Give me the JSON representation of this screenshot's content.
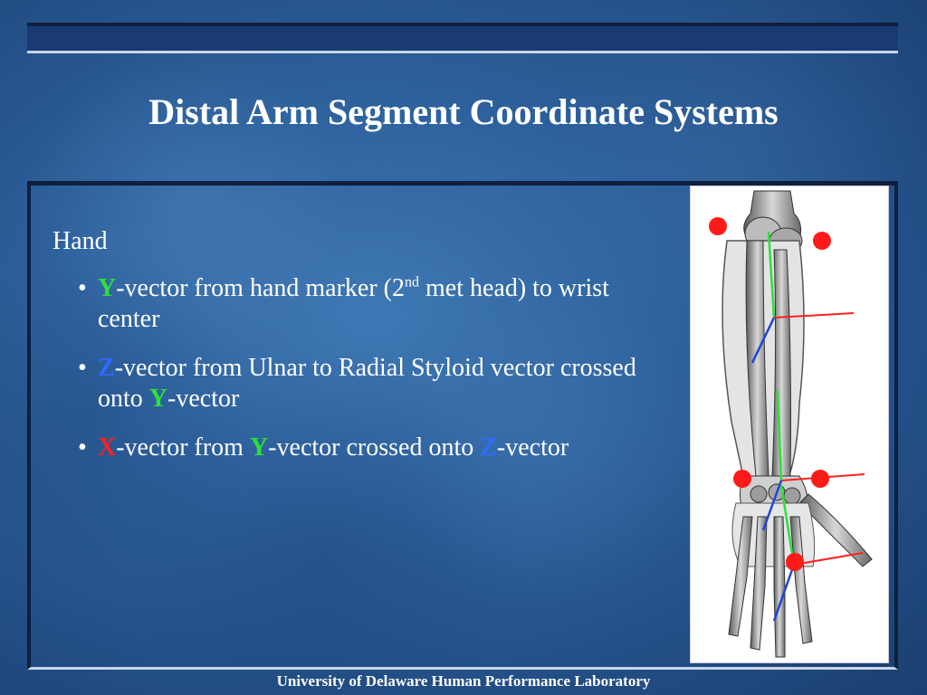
{
  "slide": {
    "title": "Distal Arm Segment Coordinate Systems",
    "section_heading": "Hand",
    "bullets": [
      {
        "parts": [
          {
            "text": "Y",
            "color": "green"
          },
          {
            "text": "-vector from hand marker (2",
            "color": "white"
          },
          {
            "sup": "nd"
          },
          {
            "text": " met head) to wrist center",
            "color": "white"
          }
        ]
      },
      {
        "parts": [
          {
            "text": "Z",
            "color": "blue"
          },
          {
            "text": "-vector from Ulnar to Radial Styloid vector crossed onto ",
            "color": "white"
          },
          {
            "text": "Y",
            "color": "green"
          },
          {
            "text": "-vector",
            "color": "white"
          }
        ]
      },
      {
        "parts": [
          {
            "text": "X",
            "color": "red"
          },
          {
            "text": "-vector from ",
            "color": "white"
          },
          {
            "text": "Y",
            "color": "green"
          },
          {
            "text": "-vector crossed onto ",
            "color": "white"
          },
          {
            "text": "Z",
            "color": "blue"
          },
          {
            "text": "-vector",
            "color": "white"
          }
        ]
      }
    ],
    "footer": "University of Delaware Human Performance Laboratory"
  },
  "colors": {
    "background": "#2f64a0",
    "x_axis": "#ff2020",
    "y_axis": "#2de03a",
    "z_axis": "#2f6bff",
    "marker": "#ff1a1a"
  },
  "illustration": {
    "subject": "forearm-and-hand-skeleton",
    "markers": 5
  }
}
